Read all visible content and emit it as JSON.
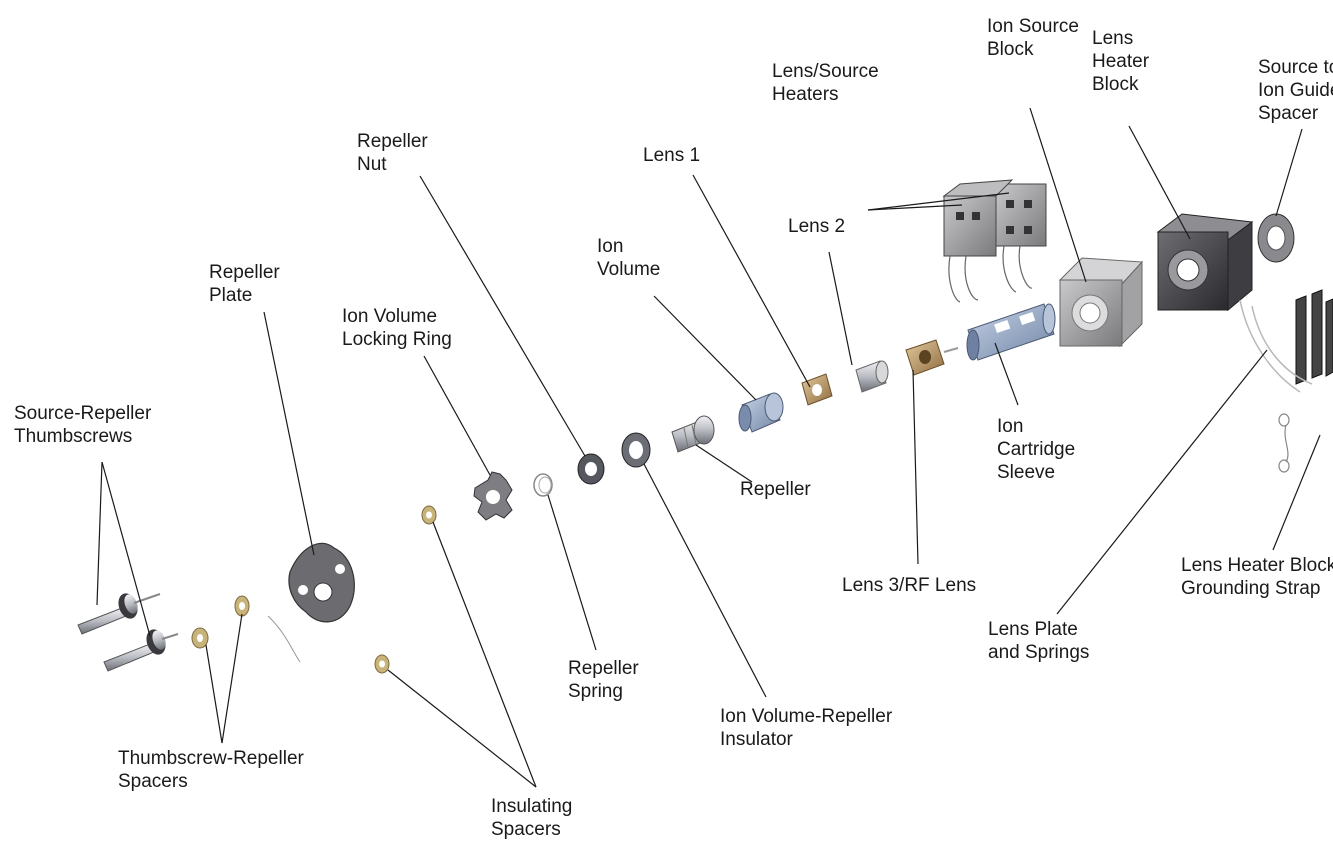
{
  "labels": {
    "source_repeller_thumbscrews": [
      "Source-Repeller",
      "Thumbscrews"
    ],
    "thumbscrew_repeller_spacers": [
      "Thumbscrew-Repeller",
      "Spacers"
    ],
    "repeller_plate": [
      "Repeller",
      "Plate"
    ],
    "insulating_spacers": [
      "Insulating",
      "Spacers"
    ],
    "ion_volume_locking_ring": [
      "Ion Volume",
      "Locking Ring"
    ],
    "repeller_spring": [
      "Repeller",
      "Spring"
    ],
    "repeller_nut": [
      "Repeller",
      "Nut"
    ],
    "ion_volume_repeller_insulator": [
      "Ion Volume-Repeller",
      "Insulator"
    ],
    "repeller": [
      "Repeller"
    ],
    "ion_volume": [
      "Ion",
      "Volume"
    ],
    "lens_1": [
      "Lens 1"
    ],
    "lens_2": [
      "Lens 2"
    ],
    "lens_3_rf_lens": [
      "Lens 3/RF Lens"
    ],
    "lens_source_heaters": [
      "Lens/Source",
      "Heaters"
    ],
    "ion_cartridge_sleeve": [
      "Ion",
      "Cartridge",
      "Sleeve"
    ],
    "ion_source_block": [
      "Ion Source",
      "Block"
    ],
    "lens_heater_block": [
      "Lens",
      "Heater",
      "Block"
    ],
    "source_to_ion_guide_spacer": [
      "Source to",
      "Ion Guide",
      "Spacer"
    ],
    "lens_plate_and_springs": [
      "Lens Plate",
      "and Springs"
    ],
    "lens_heater_block_grounding_strap": [
      "Lens Heater Block",
      "Grounding Strap"
    ]
  },
  "colors": {
    "metal_light": "#d9d9dc",
    "metal_mid": "#a9acb3",
    "metal_dark": "#55585f",
    "blue_steel": "#9fb0c8",
    "brass": "#b8976a",
    "block_grey": "#8a8a8c",
    "text": "#1a1a1a"
  }
}
